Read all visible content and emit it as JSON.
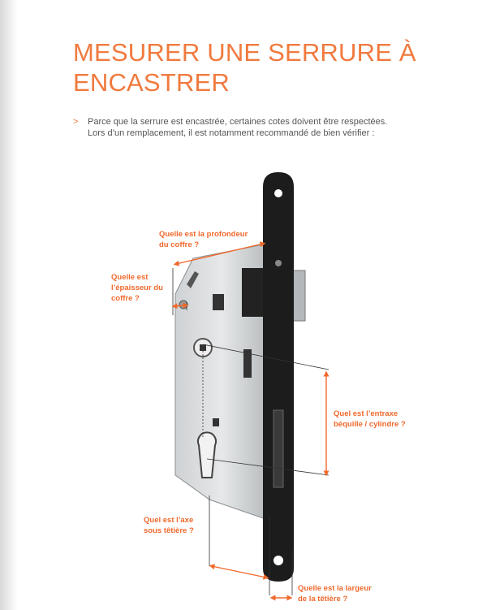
{
  "title": "MESURER UNE SERRURE À ENCASTRER",
  "intro": {
    "bullet": ">",
    "line1": "Parce que la serrure est encastrée, certaines cotes doivent être respectées.",
    "line2": "Lors d’un remplacement, il est notamment recommandé de bien vérifier :"
  },
  "labels": {
    "profondeur": [
      "Quelle est la profondeur",
      "du coffre ?"
    ],
    "epaisseur": [
      "Quelle est",
      "l’épaisseur du",
      "coffre ?"
    ],
    "entraxe": [
      "Quel est l’entraxe",
      "béquille / cylindre ?"
    ],
    "axe": [
      "Quel est l’axe",
      "sous têtière ?"
    ],
    "largeur": [
      "Quelle est la largeur",
      "de la têtière ?"
    ]
  },
  "colors": {
    "accent": "#f0692c"
  }
}
